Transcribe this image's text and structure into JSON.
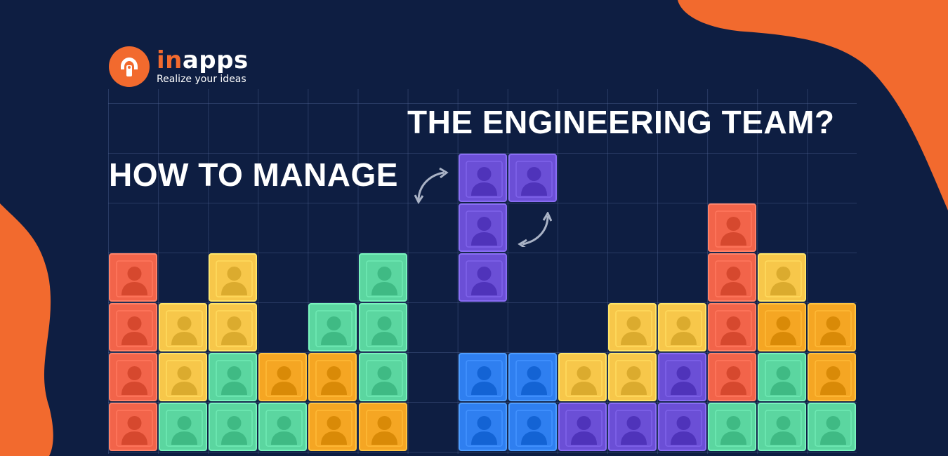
{
  "brand": {
    "name_accent": "in",
    "name_rest": "apps",
    "tagline": "Realize your ideas",
    "icon": "inapps-logo-icon"
  },
  "headline": {
    "line_top": "THE ENGINEERING TEAM?",
    "line_bottom": "HOW TO MANAGE"
  },
  "colors": {
    "background": "#0e1e42",
    "accent_orange": "#f26a2e",
    "tile_red": "#f2644a",
    "tile_yellow": "#f7c74a",
    "tile_orange": "#f5a623",
    "tile_green": "#5bd6a0",
    "tile_blue": "#2f7ff0",
    "tile_purple": "#6b4fd6"
  },
  "icons": [
    "swap-arrow-icon",
    "person-avatar-icon"
  ]
}
